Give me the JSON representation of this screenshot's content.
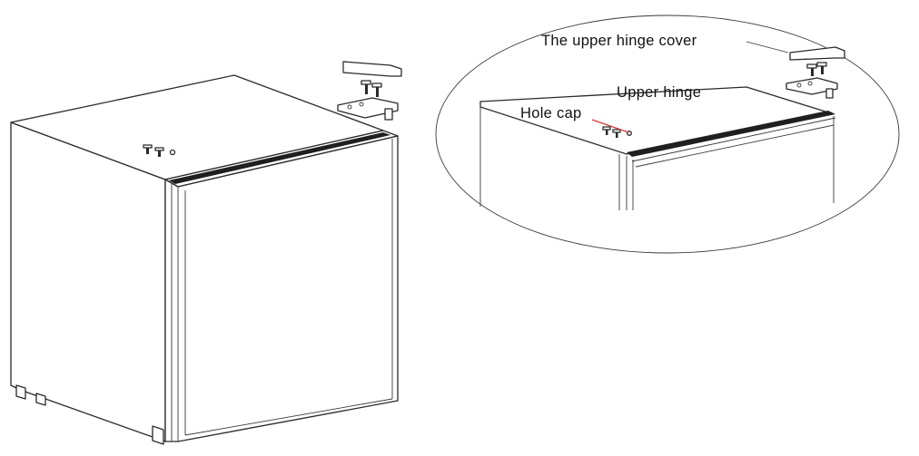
{
  "figure": {
    "labels": {
      "upper_hinge_cover": "The upper hinge cover",
      "upper_hinge": "Upper hinge",
      "hole_cap": "Hole cap"
    },
    "colors": {
      "line": "#2a2a2a",
      "leader_red": "#d23a3a",
      "background": "#ffffff"
    }
  }
}
